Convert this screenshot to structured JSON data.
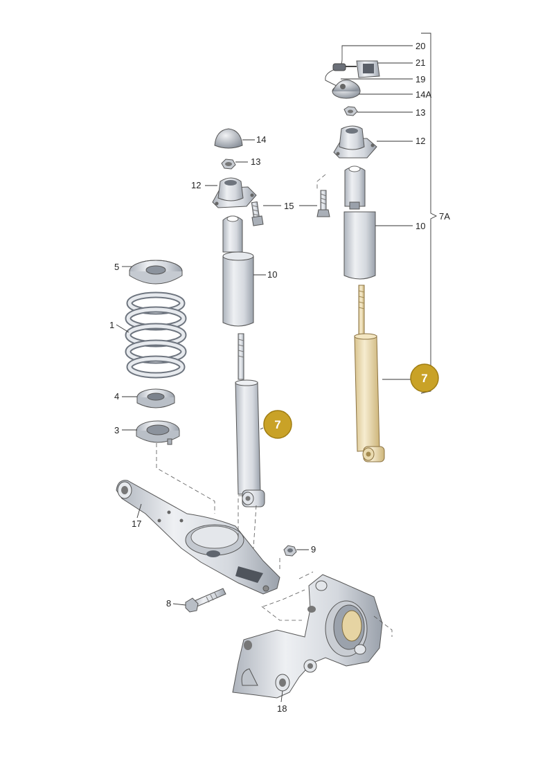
{
  "colors": {
    "badge_fill": "#c9a227",
    "badge_stroke": "#a07d12",
    "highlight_part": "#efe0b8",
    "part_metal": "#d9dde3",
    "line": "#333333"
  },
  "labels": {
    "l20": "20",
    "l21": "21",
    "l19": "19",
    "l14a": "14A",
    "l13r": "13",
    "l12r": "12",
    "l10r": "10",
    "l7a": "7A",
    "l7r": "7",
    "l14": "14",
    "l13": "13",
    "l12": "12",
    "l15": "15",
    "l10": "10",
    "l5": "5",
    "l1": "1",
    "l4": "4",
    "l3": "3",
    "l7": "7",
    "l17": "17",
    "l9": "9",
    "l8": "8",
    "l18": "18"
  }
}
